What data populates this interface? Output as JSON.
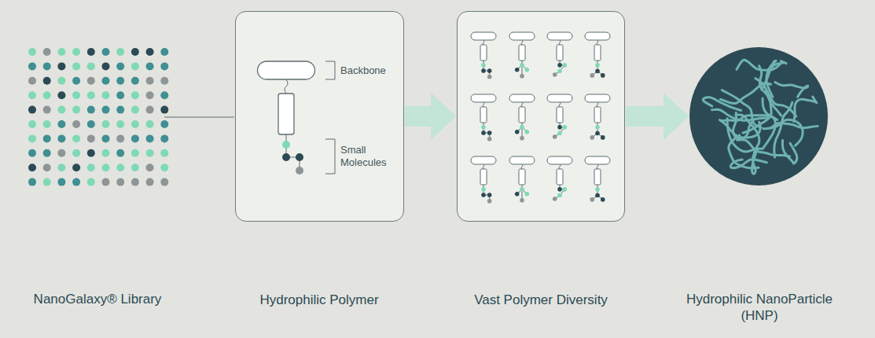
{
  "diagram": {
    "nodes": [
      {
        "text": [
          "NanoGalaxy® Library"
        ]
      },
      {
        "text": [
          "Hydrophilic Polymer",
          "Backbone",
          "Small Molecules"
        ]
      },
      {
        "text": [
          "Vast Polymer Diversity"
        ]
      },
      {
        "text": [
          "Hydrophilic NanoParticle (HNP)"
        ]
      }
    ],
    "edges": [
      {
        "from": 0,
        "to": 1,
        "arrow": "none"
      },
      {
        "from": 1,
        "to": 2,
        "arrow": "to"
      },
      {
        "from": 2,
        "to": 3,
        "arrow": "to"
      }
    ]
  }
}
